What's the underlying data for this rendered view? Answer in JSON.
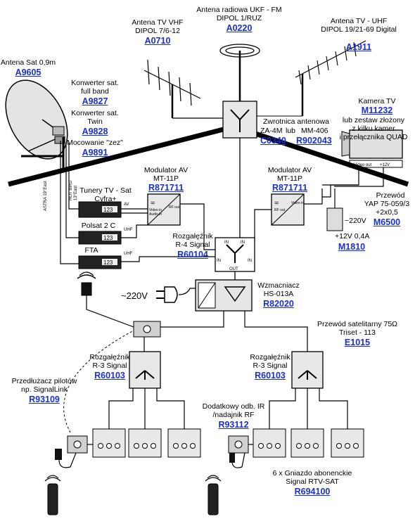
{
  "antennas": {
    "vhf": {
      "line1": "Antena TV VHF",
      "line2": "DIPOL 7/6-12",
      "code": "A0710"
    },
    "fm": {
      "line1": "Antena radiowa UKF - FM",
      "line2": "DIPOL 1/RUZ",
      "code": "A0220"
    },
    "uhf": {
      "line1": "Antena TV - UHF",
      "line2": "DIPOL 19/21-69 Digital",
      "code": "A1911"
    },
    "sat": {
      "line1": "Antena Sat 0,9m",
      "code": "A9605"
    }
  },
  "lnb_full": {
    "line1": "Konwerter sat.",
    "line2": "full band",
    "code": "A9827"
  },
  "lnb_twin": {
    "line1": "Konwerter sat.",
    "line2": "Twin",
    "code": "A9828"
  },
  "mount": {
    "line1": "Mocowanie \"zez\"",
    "code": "A9891"
  },
  "combiner": {
    "line1": "Zwrotnica antenowa",
    "line2a": "ZA-4M",
    "line2b": "lub",
    "line2c": "MM-406",
    "code1": "C0340",
    "code2": "R902043"
  },
  "camera": {
    "line1": "Kamera TV",
    "code": "M11232",
    "line2": "lub zestaw złożony",
    "line3": "z kilku kamer",
    "line4": "i przełącznika QUAD",
    "video_out": "Video out",
    "power_in": "+12V"
  },
  "mod1": {
    "line1": "Modulator AV",
    "line2": "MT-11P",
    "code": "R871711",
    "video_in": "Video in",
    "audio_in": "Audio in",
    "rf_out": "RF out"
  },
  "mod2": {
    "line1": "Modulator AV",
    "line2": "MT-11P",
    "code": "R871711",
    "video_in": "Video in",
    "rf_out": "RF out"
  },
  "cable_yap": {
    "line1": "Przewód",
    "line2": "YAP 75-059/3",
    "line3": "+2x0,5",
    "code": "M6500"
  },
  "psu": {
    "ac": "~220V",
    "dc": "+12V 0,4A",
    "code": "M1810"
  },
  "tuners": {
    "title1": "Tunery TV - Sat",
    "title2": "Cyfra+",
    "title3": "Polsat 2 C",
    "title4": "FTA",
    "display": "123",
    "av": "AV",
    "uhf": "UHF",
    "hot_bird": "HOT BIRD",
    "hot_bird_deg": "13°East",
    "astra": "ASTRA 19°East"
  },
  "splitter4": {
    "line1": "Rozgałęźnik",
    "line2": "R-4 Signal",
    "code": "R60104",
    "in": "IN",
    "out": "OUT"
  },
  "amplifier": {
    "line1": "Wzmacniacz",
    "line2": "HS-013A",
    "code": "R82020"
  },
  "mains": {
    "label": "~220V"
  },
  "sat_cable": {
    "line1": "Przewód satelitarny 75Ω",
    "line2": "Triset - 113",
    "code": "E1015"
  },
  "splitter_left": {
    "line1": "Rozgałęźnik",
    "line2": "R-3 Signal",
    "code": "R60103"
  },
  "splitter_right": {
    "line1": "Rozgałęźnik",
    "line2": "R-3 Signal",
    "code": "R60103"
  },
  "extender": {
    "line1": "Przedłużacz pilotów",
    "line2": "np. SignalLink",
    "code": "R93109"
  },
  "ir_receiver": {
    "line1": "Dodatkowy odb. IR",
    "line2": "/nadajnik RF",
    "code": "R93112"
  },
  "sockets": {
    "line1": "6 x Gniazdo abonenckie",
    "line2": "Signal RTV-SAT",
    "code": "R694100"
  }
}
